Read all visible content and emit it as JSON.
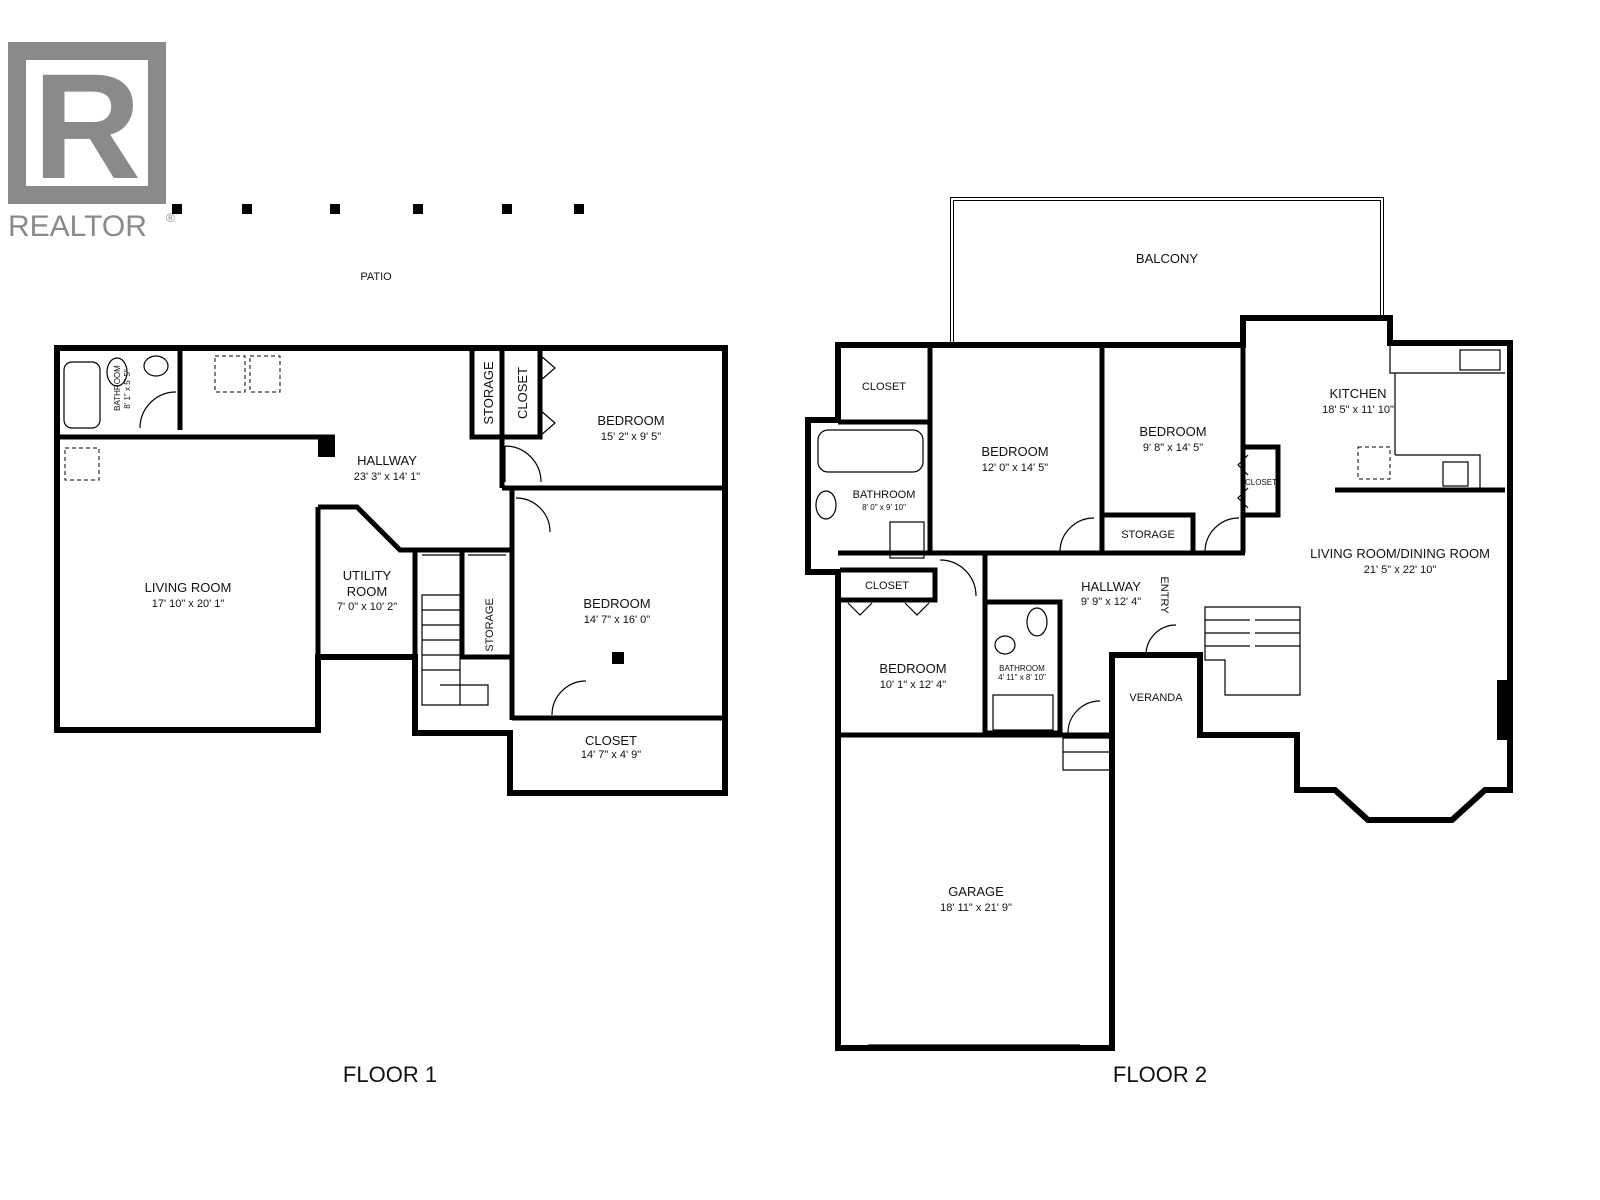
{
  "logo": {
    "text": "REALTOR",
    "mark": "R",
    "registered": "®",
    "color": "#8a8a8a"
  },
  "floor1": {
    "title": "FLOOR 1",
    "patio": "PATIO",
    "rooms": {
      "bathroom": {
        "name": "BATHROOM",
        "dims": "8' 1\" x 5' 5\""
      },
      "storage_top": {
        "name": "STORAGE"
      },
      "closet_top": {
        "name": "CLOSET"
      },
      "bedroom1": {
        "name": "BEDROOM",
        "dims": "15' 2\" x 9' 5\""
      },
      "hallway": {
        "name": "HALLWAY",
        "dims": "23' 3\" x 14' 1\""
      },
      "living": {
        "name": "LIVING ROOM",
        "dims": "17' 10\" x 20' 1\""
      },
      "utility": {
        "name": "UTILITY",
        "name2": "ROOM",
        "dims": "7' 0\" x 10' 2\""
      },
      "storage_stair": {
        "name": "STORAGE"
      },
      "bedroom2": {
        "name": "BEDROOM",
        "dims": "14' 7\" x 16' 0\""
      },
      "closet": {
        "name": "CLOSET",
        "dims": "14' 7\" x 4' 9\""
      }
    }
  },
  "floor2": {
    "title": "FLOOR 2",
    "rooms": {
      "balcony": {
        "name": "BALCONY"
      },
      "closet_a": {
        "name": "CLOSET"
      },
      "bedroom_a": {
        "name": "BEDROOM",
        "dims": "12' 0\" x 14' 5\""
      },
      "bedroom_b": {
        "name": "BEDROOM",
        "dims": "9' 8\" x 14' 5\""
      },
      "kitchen": {
        "name": "KITCHEN",
        "dims": "18' 5\" x 11' 10\""
      },
      "closet_b": {
        "name": "CLOSET"
      },
      "bathroom_a": {
        "name": "BATHROOM",
        "dims": "8' 0\" x 9' 10\""
      },
      "storage": {
        "name": "STORAGE"
      },
      "living": {
        "name": "LIVING ROOM/DINING ROOM",
        "dims": "21' 5\" x 22' 10\""
      },
      "closet_c": {
        "name": "CLOSET"
      },
      "hallway": {
        "name": "HALLWAY",
        "dims": "9' 9\" x 12' 4\""
      },
      "entry": {
        "name": "ENTRY"
      },
      "bathroom_b": {
        "name": "BATHROOM",
        "dims": "4' 11\" x 8' 10\""
      },
      "bedroom_c": {
        "name": "BEDROOM",
        "dims": "10' 1\" x 12' 4\""
      },
      "veranda": {
        "name": "VERANDA"
      },
      "garage": {
        "name": "GARAGE",
        "dims": "18' 11\" x 21' 9\""
      }
    }
  }
}
